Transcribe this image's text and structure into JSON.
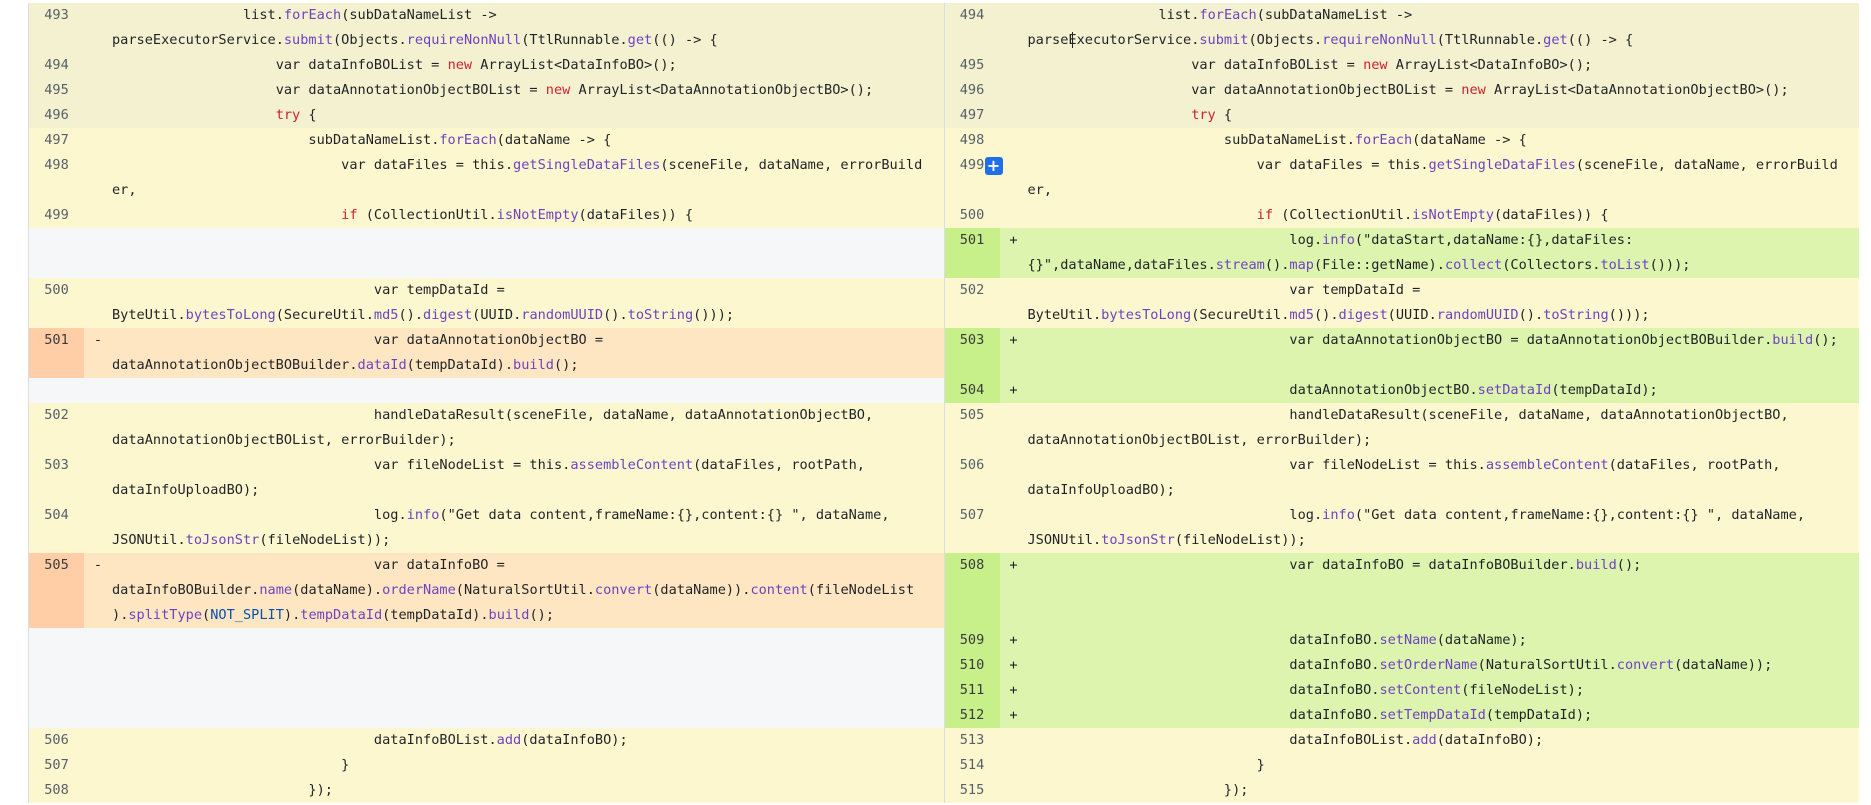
{
  "diff": {
    "rows": [
      {
        "h": 2,
        "bg": "ctx1",
        "left": {
          "num": "493",
          "sign": "",
          "code": "                list.forEach(subDataNameList ->\nparseExecutorService.submit(Objects.requireNonNull(TtlRunnable.get(() -> {"
        },
        "right": {
          "num": "494",
          "sign": "",
          "code": "                list.forEach(subDataNameList ->\nparseExecutorService.submit(Objects.requireNonNull(TtlRunnable.get(() -> {"
        }
      },
      {
        "h": 1,
        "bg": "ctx1",
        "left": {
          "num": "494",
          "sign": "",
          "code": "                    var dataInfoBOList = new ArrayList<DataInfoBO>();"
        },
        "right": {
          "num": "495",
          "sign": "",
          "code": "                    var dataInfoBOList = new ArrayList<DataInfoBO>();"
        }
      },
      {
        "h": 1,
        "bg": "ctx1",
        "left": {
          "num": "495",
          "sign": "",
          "code": "                    var dataAnnotationObjectBOList = new ArrayList<DataAnnotationObjectBO>();"
        },
        "right": {
          "num": "496",
          "sign": "",
          "code": "                    var dataAnnotationObjectBOList = new ArrayList<DataAnnotationObjectBO>();"
        }
      },
      {
        "h": 1,
        "bg": "ctx1",
        "left": {
          "num": "496",
          "sign": "",
          "code": "                    try {"
        },
        "right": {
          "num": "497",
          "sign": "",
          "code": "                    try {"
        }
      },
      {
        "h": 1,
        "bg": "ctx2",
        "left": {
          "num": "497",
          "sign": "",
          "code": "                        subDataNameList.forEach(dataName -> {"
        },
        "right": {
          "num": "498",
          "sign": "",
          "code": "                        subDataNameList.forEach(dataName -> {"
        }
      },
      {
        "h": 2,
        "bg": "ctx2",
        "left": {
          "num": "498",
          "sign": "",
          "code": "                            var dataFiles = this.getSingleDataFiles(sceneFile, dataName, errorBuilder,\ndatasetType);"
        },
        "right": {
          "num": "499",
          "sign": "",
          "code": "                            var dataFiles = this.getSingleDataFiles(sceneFile, dataName, errorBuilder,\ndatasetType);"
        }
      },
      {
        "h": 1,
        "bg": "ctx2",
        "left": {
          "num": "499",
          "sign": "",
          "code": "                            if (CollectionUtil.isNotEmpty(dataFiles)) {"
        },
        "right": {
          "num": "500",
          "sign": "",
          "code": "                            if (CollectionUtil.isNotEmpty(dataFiles)) {"
        }
      },
      {
        "h": 2,
        "bg": "mixed",
        "left": null,
        "right": {
          "num": "501",
          "sign": "+",
          "code": "                                log.info(\"dataStart,dataName:{},dataFiles:\n{}\",dataName,dataFiles.stream().map(File::getName).collect(Collectors.toList()));"
        }
      },
      {
        "h": 2,
        "bg": "ctx2",
        "left": {
          "num": "500",
          "sign": "",
          "code": "                                var tempDataId =\nByteUtil.bytesToLong(SecureUtil.md5().digest(UUID.randomUUID().toString()));"
        },
        "right": {
          "num": "502",
          "sign": "",
          "code": "                                var tempDataId =\nByteUtil.bytesToLong(SecureUtil.md5().digest(UUID.randomUUID().toString()));"
        }
      },
      {
        "h": 2,
        "bg": "mixed",
        "left": {
          "num": "501",
          "sign": "-",
          "code": "                                var dataAnnotationObjectBO =\ndataAnnotationObjectBOBuilder.dataId(tempDataId).build();"
        },
        "right": {
          "num": "503",
          "sign": "+",
          "code": "                                var dataAnnotationObjectBO = dataAnnotationObjectBOBuilder.build();"
        }
      },
      {
        "h": 1,
        "bg": "mixed",
        "left": null,
        "right": {
          "num": "504",
          "sign": "+",
          "code": "                                dataAnnotationObjectBO.setDataId(tempDataId);"
        }
      },
      {
        "h": 2,
        "bg": "ctx2",
        "left": {
          "num": "502",
          "sign": "",
          "code": "                                handleDataResult(sceneFile, dataName, dataAnnotationObjectBO,\ndataAnnotationObjectBOList, errorBuilder);"
        },
        "right": {
          "num": "505",
          "sign": "",
          "code": "                                handleDataResult(sceneFile, dataName, dataAnnotationObjectBO,\ndataAnnotationObjectBOList, errorBuilder);"
        }
      },
      {
        "h": 2,
        "bg": "ctx2",
        "left": {
          "num": "503",
          "sign": "",
          "code": "                                var fileNodeList = this.assembleContent(dataFiles, rootPath,\ndataInfoUploadBO);"
        },
        "right": {
          "num": "506",
          "sign": "",
          "code": "                                var fileNodeList = this.assembleContent(dataFiles, rootPath,\ndataInfoUploadBO);"
        }
      },
      {
        "h": 2,
        "bg": "ctx2",
        "left": {
          "num": "504",
          "sign": "",
          "code": "                                log.info(\"Get data content,frameName:{},content:{} \", dataName,\nJSONUtil.toJsonStr(fileNodeList));"
        },
        "right": {
          "num": "507",
          "sign": "",
          "code": "                                log.info(\"Get data content,frameName:{},content:{} \", dataName,\nJSONUtil.toJsonStr(fileNodeList));"
        }
      },
      {
        "h": 3,
        "bg": "mixed",
        "left": {
          "num": "505",
          "sign": "-",
          "code": "                                var dataInfoBO =\ndataInfoBOBuilder.name(dataName).orderName(NaturalSortUtil.convert(dataName)).content(fileNodeList\n).splitType(NOT_SPLIT).tempDataId(tempDataId).build();"
        },
        "right": {
          "num": "508",
          "sign": "+",
          "code": "                                var dataInfoBO = dataInfoBOBuilder.build();"
        }
      },
      {
        "h": 1,
        "bg": "mixed",
        "left": null,
        "right": {
          "num": "509",
          "sign": "+",
          "code": "                                dataInfoBO.setName(dataName);"
        }
      },
      {
        "h": 1,
        "bg": "mixed",
        "left": null,
        "right": {
          "num": "510",
          "sign": "+",
          "code": "                                dataInfoBO.setOrderName(NaturalSortUtil.convert(dataName));"
        }
      },
      {
        "h": 1,
        "bg": "mixed",
        "left": null,
        "right": {
          "num": "511",
          "sign": "+",
          "code": "                                dataInfoBO.setContent(fileNodeList);"
        }
      },
      {
        "h": 1,
        "bg": "mixed",
        "left": null,
        "right": {
          "num": "512",
          "sign": "+",
          "code": "                                dataInfoBO.setTempDataId(tempDataId);"
        }
      },
      {
        "h": 1,
        "bg": "ctx2",
        "left": {
          "num": "506",
          "sign": "",
          "code": "                                dataInfoBOList.add(dataInfoBO);"
        },
        "right": {
          "num": "513",
          "sign": "",
          "code": "                                dataInfoBOList.add(dataInfoBO);"
        }
      },
      {
        "h": 1,
        "bg": "ctx2",
        "left": {
          "num": "507",
          "sign": "",
          "code": "                            }"
        },
        "right": {
          "num": "514",
          "sign": "",
          "code": "                            }"
        }
      },
      {
        "h": 1,
        "bg": "ctx2",
        "left": {
          "num": "508",
          "sign": "",
          "code": "                        });"
        },
        "right": {
          "num": "515",
          "sign": "",
          "code": "                        });"
        }
      }
    ],
    "expand_button_label": "+",
    "colors": {
      "context_old": "#f3f1cf",
      "context": "#fcf7cf",
      "deleted": "#ffe6c2",
      "added": "#dcf4ad",
      "empty": "#f6f7f9"
    }
  }
}
